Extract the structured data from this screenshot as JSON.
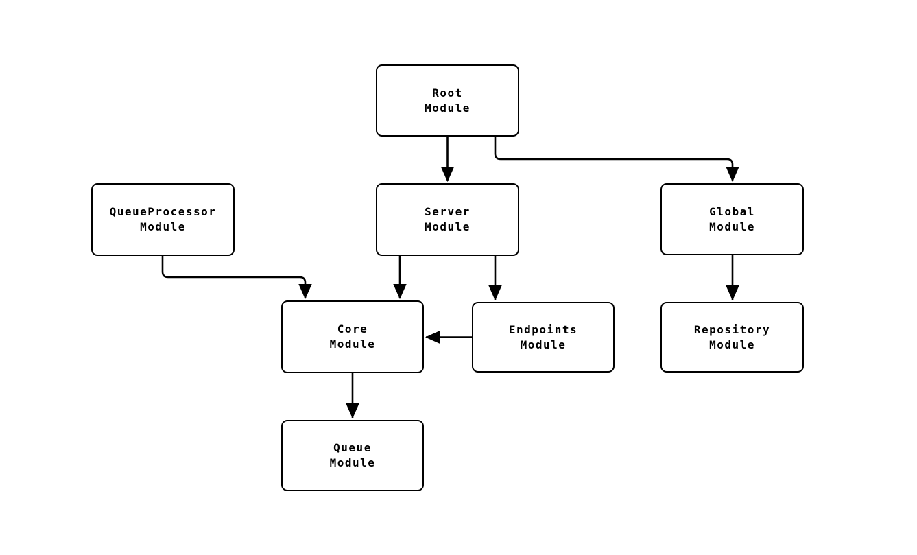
{
  "diagram": {
    "type": "flowchart",
    "background_color": "#ffffff",
    "stroke_color": "#000000",
    "text_color": "#000000",
    "nodes": {
      "root": {
        "label": "Root\nModule"
      },
      "queueprocessor": {
        "label": "QueueProcessor\nModule"
      },
      "server": {
        "label": "Server\nModule"
      },
      "global": {
        "label": "Global\nModule"
      },
      "core": {
        "label": "Core\nModule"
      },
      "endpoints": {
        "label": "Endpoints\nModule"
      },
      "repository": {
        "label": "Repository\nModule"
      },
      "queue": {
        "label": "Queue\nModule"
      }
    },
    "edges": [
      {
        "from": "root",
        "to": "server"
      },
      {
        "from": "root",
        "to": "global"
      },
      {
        "from": "server",
        "to": "core"
      },
      {
        "from": "server",
        "to": "endpoints"
      },
      {
        "from": "queueprocessor",
        "to": "core"
      },
      {
        "from": "endpoints",
        "to": "core"
      },
      {
        "from": "global",
        "to": "repository"
      },
      {
        "from": "core",
        "to": "queue"
      }
    ]
  }
}
